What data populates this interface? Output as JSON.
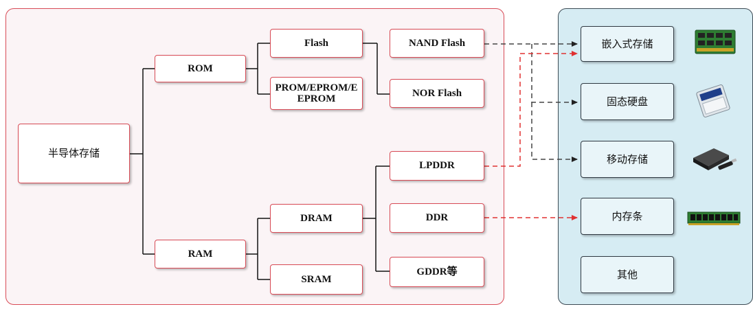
{
  "root": {
    "label": "半导体存储"
  },
  "categories": {
    "rom": "ROM",
    "ram": "RAM"
  },
  "rom_children": {
    "flash": "Flash",
    "prom": "PROM/EPROM/EEPROM"
  },
  "flash_children": {
    "nand": "NAND Flash",
    "nor": "NOR Flash"
  },
  "ram_children": {
    "dram": "DRAM",
    "sram": "SRAM"
  },
  "dram_children": {
    "lpddr": "LPDDR",
    "ddr": "DDR",
    "gddr": "GDDR等"
  },
  "applications": {
    "embedded": "嵌入式存储",
    "ssd": "固态硬盘",
    "mobile": "移动存储",
    "memory_module": "内存条",
    "other": "其他"
  },
  "colors": {
    "tree_line": "#111111",
    "accent_red": "#d84a55",
    "dark_dashed": "#444444",
    "red_dashed": "#e03131",
    "right_panel_bg": "#d6ecf3"
  },
  "icons": {
    "embedded": "memory-chip-module-icon",
    "ssd": "ssd-icon",
    "mobile": "portable-drive-icon",
    "memory_module": "ram-stick-icon"
  }
}
